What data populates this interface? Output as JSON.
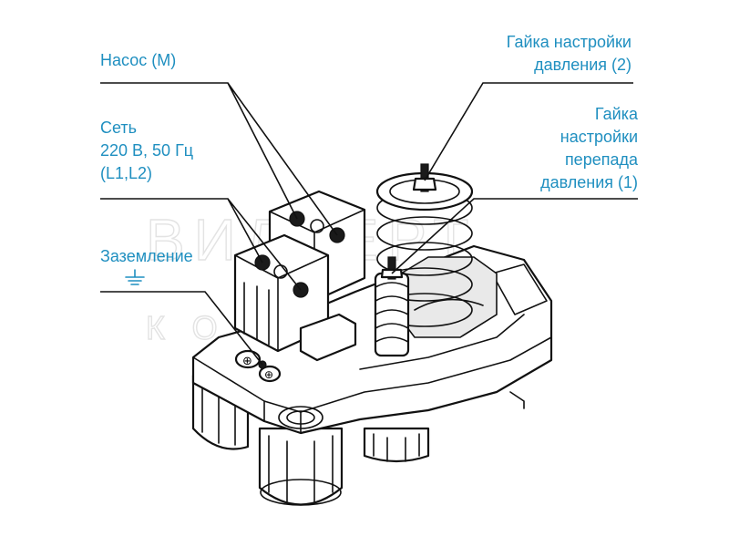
{
  "labels": {
    "pump": "Насос (М)",
    "network_line1": "Сеть",
    "network_line2": "220 В, 50 Гц",
    "network_line3": "(L1,L2)",
    "ground": "Заземление",
    "nut2_line1": "Гайка настройки",
    "nut2_line2": "давления (2)",
    "nut1_line1": "Гайка",
    "nut1_line2": "настройки",
    "nut1_line3": "перепада",
    "nut1_line4": "давления (1)"
  },
  "watermark": {
    "line1": "ВИЛЛЕРТ",
    "line2": "КОМПАНИЯ"
  },
  "colors": {
    "label": "#1f8fc0",
    "outline": "#111111",
    "watermark": "#e3e3e3"
  }
}
